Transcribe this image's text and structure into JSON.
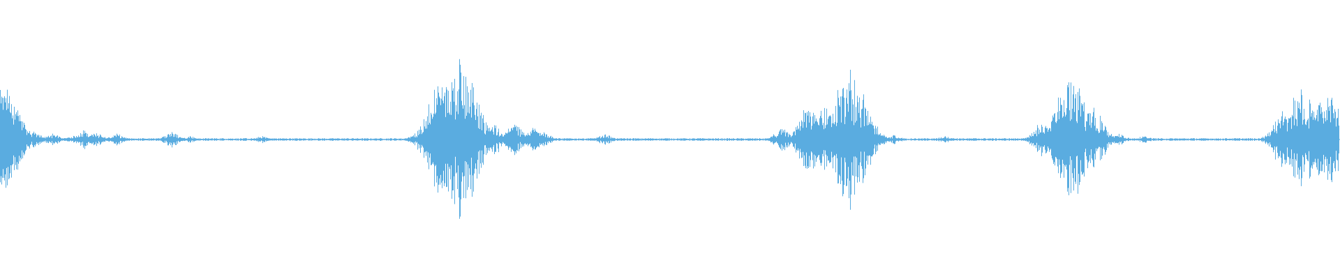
{
  "waveform": {
    "color": "#5aace0",
    "background": "#ffffff",
    "baseline_amplitude": 0.01,
    "bursts": [
      {
        "time": 0.0,
        "peak": 0.45
      },
      {
        "time": 0.005,
        "peak": 0.45
      },
      {
        "time": 0.025,
        "peak": 0.07
      },
      {
        "time": 0.039,
        "peak": 0.05
      },
      {
        "time": 0.055,
        "peak": 0.03
      },
      {
        "time": 0.063,
        "peak": 0.09
      },
      {
        "time": 0.072,
        "peak": 0.06
      },
      {
        "time": 0.087,
        "peak": 0.05
      },
      {
        "time": 0.128,
        "peak": 0.07
      },
      {
        "time": 0.142,
        "peak": 0.03
      },
      {
        "time": 0.196,
        "peak": 0.03
      },
      {
        "time": 0.325,
        "peak": 0.23
      },
      {
        "time": 0.33,
        "peak": 0.5
      },
      {
        "time": 0.343,
        "peak": 0.68
      },
      {
        "time": 0.352,
        "peak": 0.12
      },
      {
        "time": 0.369,
        "peak": 0.13
      },
      {
        "time": 0.384,
        "peak": 0.14
      },
      {
        "time": 0.398,
        "peak": 0.11
      },
      {
        "time": 0.406,
        "peak": 0.07
      },
      {
        "time": 0.452,
        "peak": 0.05
      },
      {
        "time": 0.584,
        "peak": 0.1
      },
      {
        "time": 0.604,
        "peak": 0.3
      },
      {
        "time": 0.616,
        "peak": 0.28
      },
      {
        "time": 0.635,
        "peak": 0.6
      },
      {
        "time": 0.646,
        "peak": 0.12
      },
      {
        "time": 0.668,
        "peak": 0.04
      },
      {
        "time": 0.706,
        "peak": 0.03
      },
      {
        "time": 0.778,
        "peak": 0.15
      },
      {
        "time": 0.79,
        "peak": 0.25
      },
      {
        "time": 0.8,
        "peak": 0.54
      },
      {
        "time": 0.817,
        "peak": 0.27
      },
      {
        "time": 0.836,
        "peak": 0.05
      },
      {
        "time": 0.855,
        "peak": 0.03
      },
      {
        "time": 0.958,
        "peak": 0.25
      },
      {
        "time": 0.972,
        "peak": 0.45
      },
      {
        "time": 0.985,
        "peak": 0.35
      },
      {
        "time": 0.995,
        "peak": 0.4
      }
    ]
  }
}
